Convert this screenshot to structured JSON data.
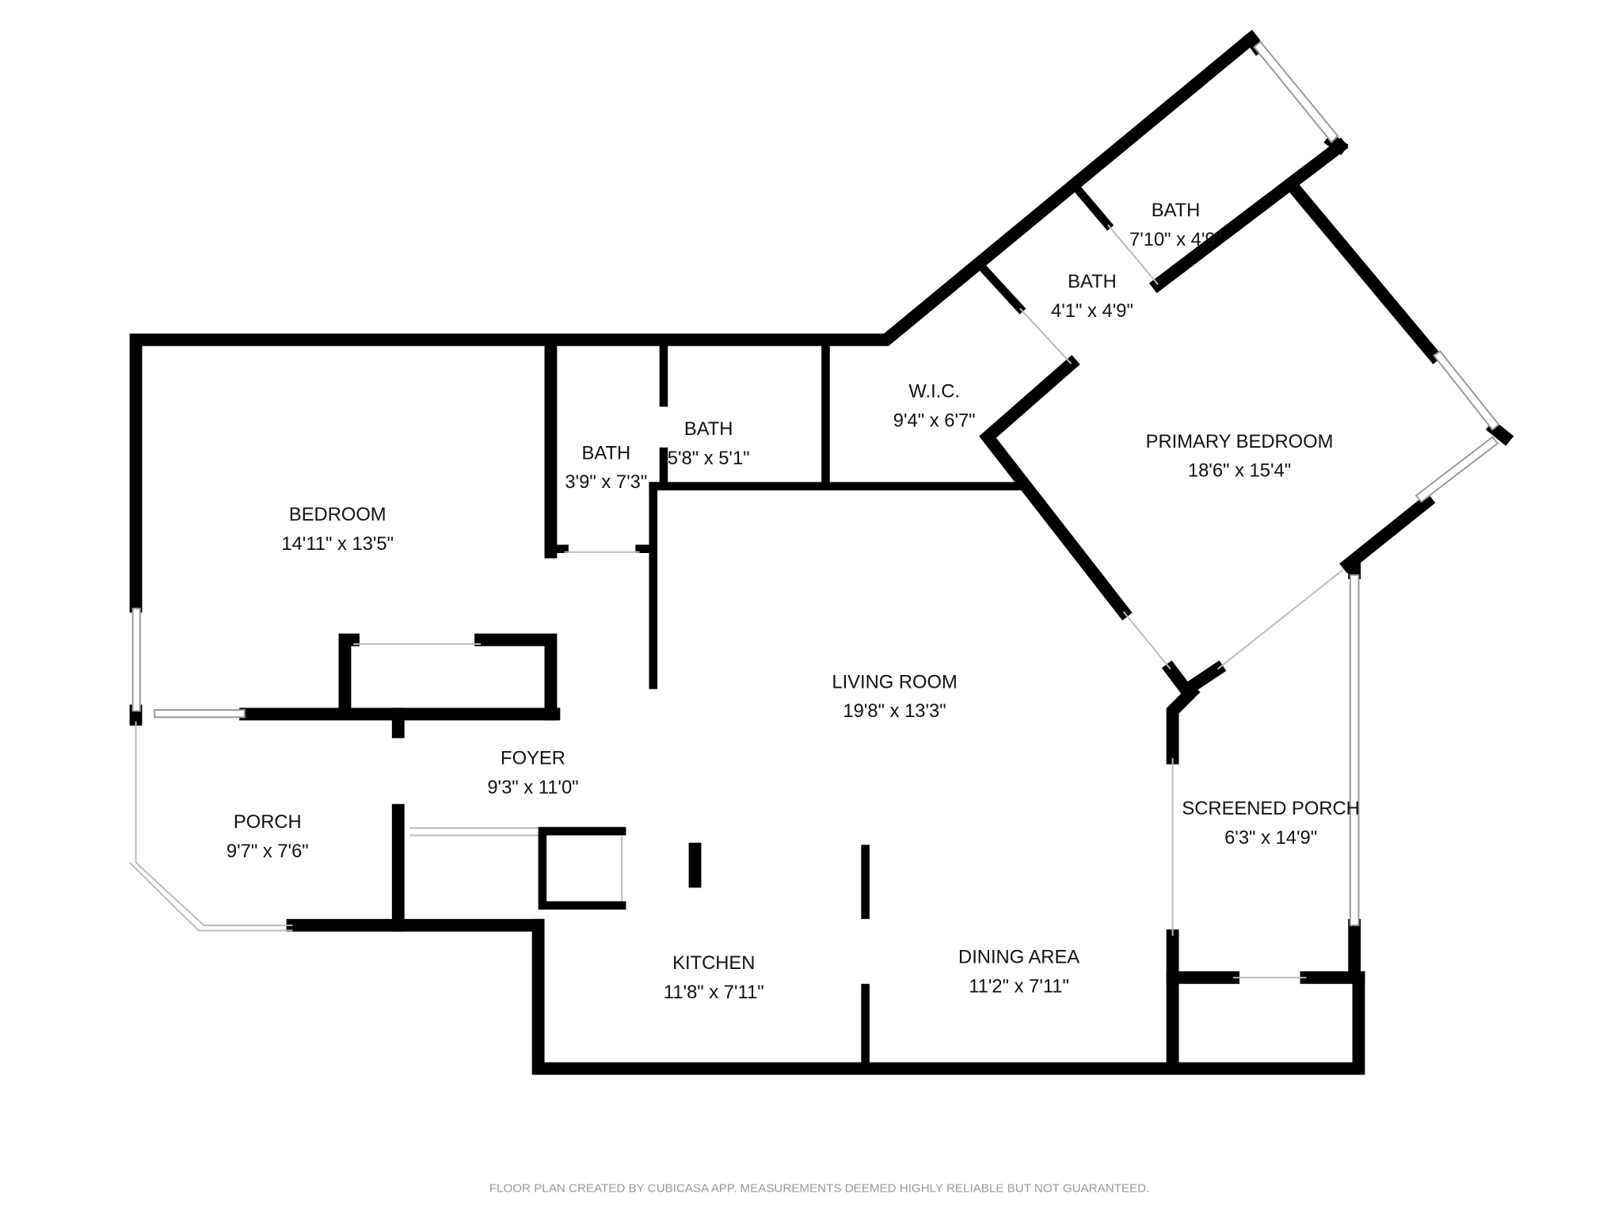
{
  "rooms": [
    {
      "name": "BEDROOM",
      "size": "14'11\" x 13'5\""
    },
    {
      "name": "BATH",
      "size": "3'9\" x 7'3\""
    },
    {
      "name": "BATH",
      "size": "5'8\" x 5'1\""
    },
    {
      "name": "W.I.C.",
      "size": "9'4\" x 6'7\""
    },
    {
      "name": "BATH",
      "size": "4'1\" x 4'9\""
    },
    {
      "name": "BATH",
      "size": "7'10\" x 4'9\""
    },
    {
      "name": "PRIMARY BEDROOM",
      "size": "18'6\" x 15'4\""
    },
    {
      "name": "LIVING ROOM",
      "size": "19'8\" x 13'3\""
    },
    {
      "name": "FOYER",
      "size": "9'3\" x 11'0\""
    },
    {
      "name": "PORCH",
      "size": "9'7\" x 7'6\""
    },
    {
      "name": "SCREENED PORCH",
      "size": "6'3\" x 14'9\""
    },
    {
      "name": "KITCHEN",
      "size": "11'8\" x 7'11\""
    },
    {
      "name": "DINING AREA",
      "size": "11'2\" x 7'11\""
    }
  ],
  "footer": "FLOOR PLAN CREATED BY CUBICASA APP. MEASUREMENTS DEEMED HIGHLY RELIABLE BUT NOT GUARANTEED."
}
